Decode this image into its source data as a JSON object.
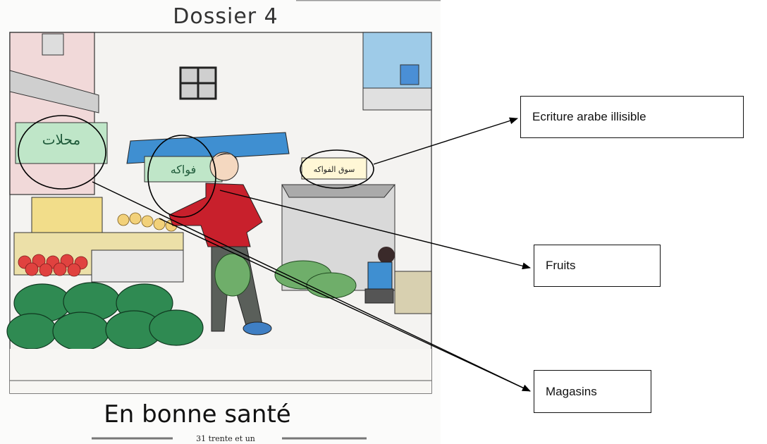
{
  "page": {
    "title": "Dossier 4",
    "subtitle": "En bonne santé",
    "footer": "31   trente et un"
  },
  "scene": {
    "sign_left_text": "محلات",
    "sign_awning_text": "فواكه",
    "sign_right_text": "سوق الفواكه"
  },
  "labels": {
    "arabic": "Ecriture arabe illisible",
    "fruits": "Fruits",
    "shops": "Magasins"
  },
  "colors": {
    "sky_wall": "#f4f3f1",
    "awning_blue": "#3f8fd1",
    "sign_green": "#bfe6c8",
    "jacket_red": "#c8202c",
    "watermelon_green": "#2f8a52",
    "apple_red": "#e0423f",
    "crate_yellow": "#f2dd8a"
  }
}
